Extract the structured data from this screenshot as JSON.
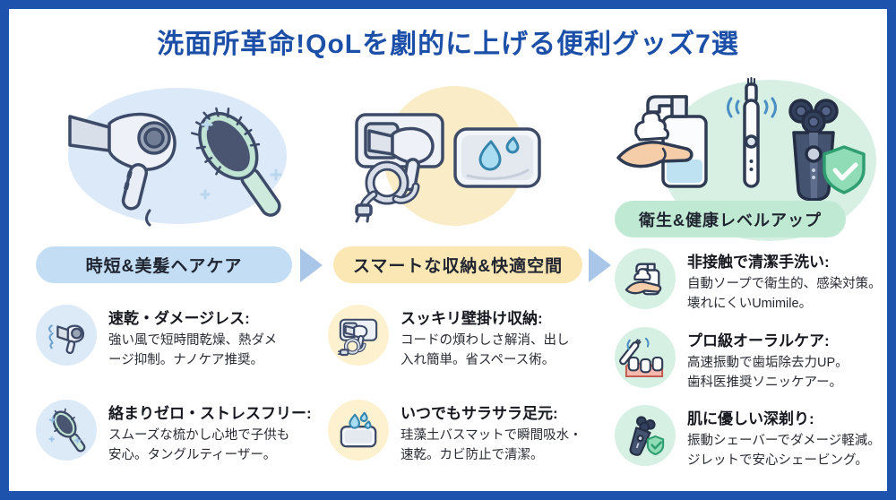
{
  "title": "洗面所革命!QoLを劇的に上げる便利グッズ7選",
  "colors": {
    "frame_border": "#1d53ad",
    "title_text": "#1b4fa8",
    "arrow": "#a9c6e8",
    "haircare_pill_bg": "#c3ddf4",
    "storage_pill_bg": "#fbe7b4",
    "hygiene_pill_bg": "#c0e9d3",
    "haircare_icon_circle_bg": "#dce9f7",
    "storage_icon_circle_bg": "#fdf1d0",
    "hygiene_icon_circle_bg": "#d6f0e3"
  },
  "columns": [
    {
      "id": "haircare",
      "illustration": "hair-dryer-and-brush-illustration",
      "pill": "時短&美髪ヘアケア",
      "items": [
        {
          "icon": "hair-dryer-icon",
          "heading": "速乾・ダメージレス:",
          "body": "強い風で短時間乾燥、熱ダメ\nージ抑制。ナノケア推奨。"
        },
        {
          "icon": "hair-brush-icon",
          "heading": "絡まりゼロ・ストレスフリー:",
          "body": "スムーズな梳かし心地で子供も\n安心。タングルティーザー。"
        }
      ]
    },
    {
      "id": "storage",
      "illustration": "wall-mounted-dryer-and-bath-mat-illustration",
      "pill": "スマートな収納&快適空間",
      "items": [
        {
          "icon": "wall-mount-dryer-icon",
          "heading": "スッキリ壁掛け収納:",
          "body": "コードの煩わしさ解消、出し\n入れ簡単。省スペース術。"
        },
        {
          "icon": "bath-mat-icon",
          "heading": "いつでもサラサラ足元:",
          "body": "珪藻土バスマットで瞬間吸水・\n速乾。カビ防止で清潔。"
        }
      ]
    },
    {
      "id": "hygiene",
      "illustration": "soap-toothbrush-shaver-illustration",
      "pill": "衛生&健康レベルアップ",
      "items": [
        {
          "icon": "soap-dispenser-icon",
          "heading": "非接触で清潔手洗い:",
          "body": "自動ソープで衛生的、感染対策。\n壊れにくいUmimile。"
        },
        {
          "icon": "electric-toothbrush-icon",
          "heading": "プロ級オーラルケア:",
          "body": "高速振動で歯垢除去力UP。\n歯科医推奨ソニッケアー。"
        },
        {
          "icon": "electric-shaver-icon",
          "heading": "肌に優しい深剃り:",
          "body": "振動シェーバーでダメージ軽減。\nジレットで安心シェービング。"
        }
      ]
    }
  ]
}
